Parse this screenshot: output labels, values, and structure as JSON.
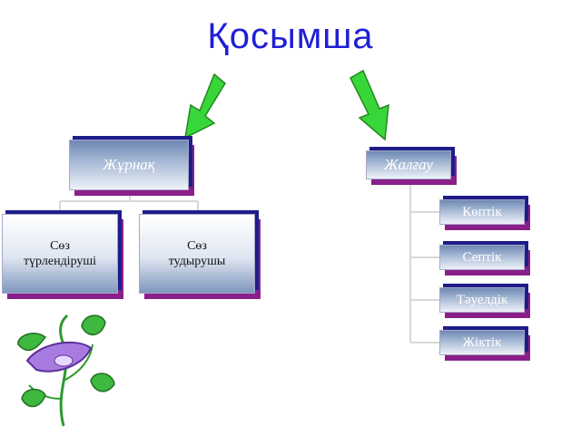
{
  "title": "Қосымша",
  "left": {
    "parent": "Жұрнақ",
    "children": [
      "Сөз\nтүрлендіруші",
      "Сөз\nтудырушы"
    ]
  },
  "right": {
    "parent": "Жалғау",
    "children": [
      "Көптік",
      "Септік",
      "Тәуелдік",
      "Жіктік"
    ]
  },
  "colors": {
    "title": "#1f1fd6",
    "arrow": "#33cc33",
    "box_shadow_top": "#1d1d8a",
    "box_shadow_bottom": "#8a1f8a"
  },
  "decoration": "flower-illustration"
}
